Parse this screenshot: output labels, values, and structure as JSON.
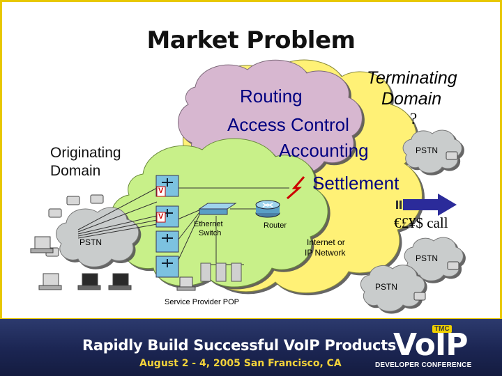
{
  "slide": {
    "title": "Market Problem"
  },
  "diagram": {
    "problems": {
      "routing": "Routing",
      "access_control": "Access Control",
      "accounting": "Accounting",
      "settlement": "Settlement"
    },
    "terminating_domain": {
      "line1": "Terminating",
      "line2": "Domain",
      "question": "?"
    },
    "originating_domain": {
      "line1": "Originating",
      "line2": "Domain"
    },
    "clouds": {
      "pstn_left": "PSTN",
      "pstn_right_top": "PSTN",
      "pstn_right_mid": "PSTN",
      "pstn_bottom": "PSTN",
      "internet": {
        "line1": "Internet or",
        "line2": "IP Network"
      }
    },
    "devices": {
      "ethernet_switch": {
        "line1": "Ethernet",
        "line2": "Switch"
      },
      "router": "Router",
      "service_provider_pop": "Service Provider POP"
    },
    "gateway_badge": "V",
    "call_label": "€£¥$ call",
    "colors": {
      "yellow_cloud": "#fff176",
      "pink_cloud": "#d7b7d0",
      "green_cloud": "#c8f089",
      "grey_cloud": "#c9cccc",
      "access_control_text": "#000080",
      "routing_text": "#000080",
      "accounting_text": "#000080",
      "arrow": "#2b2b9a",
      "lightning": "#cc0000"
    }
  },
  "banner": {
    "tagline": "Rapidly Build Successful VoIP Products",
    "dates": "August 2 - 4, 2005 San Francisco, CA",
    "logo_tmc": "TMC",
    "logo_voip": "VoIP",
    "logo_sub": "DEVELOPER CONFERENCE"
  }
}
